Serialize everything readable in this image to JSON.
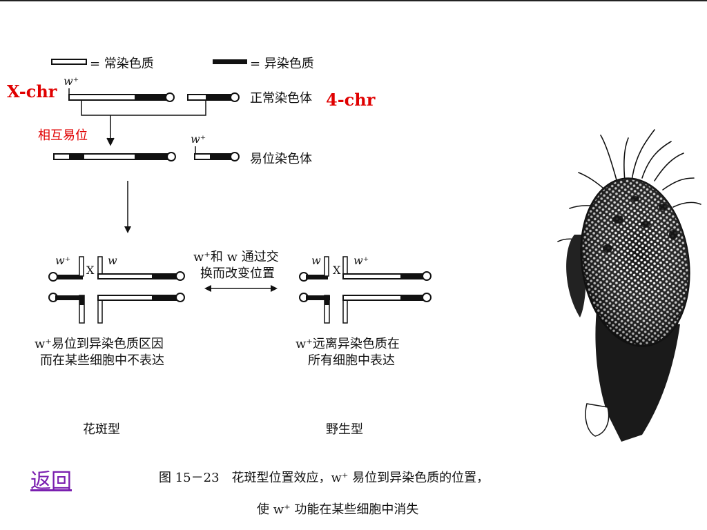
{
  "legend": {
    "euchromatin": "= 常染色质",
    "heterochromatin": "= 异染色质"
  },
  "labels": {
    "x_chr": "X-chr",
    "chr4": "4-chr",
    "w_plus": "w⁺",
    "w": "w",
    "cross": "X",
    "normal_chromosome": "正常染色体",
    "reciprocal_translocation": "相互易位",
    "translocated_chromosome": "易位染色体",
    "crossover_note_line1": "w⁺和 w 通过交",
    "crossover_note_line2": "换而改变位置",
    "left_desc_line1": "w⁺易位到异染色质区因",
    "left_desc_line2": "而在某些细胞中不表达",
    "right_desc_line1": "w⁺远离异染色质在",
    "right_desc_line2": "所有细胞中表达",
    "variegated": "花斑型",
    "wild_type": "野生型"
  },
  "nav": {
    "back": "返回"
  },
  "caption": {
    "line1": "图 15－23　花斑型位置效应，w⁺ 易位到异染色质的位置，",
    "line2": "使 w⁺ 功能在某些细胞中消失"
  },
  "colors": {
    "annotation_red": "#e00000",
    "link_purple": "#7a1fb0"
  }
}
